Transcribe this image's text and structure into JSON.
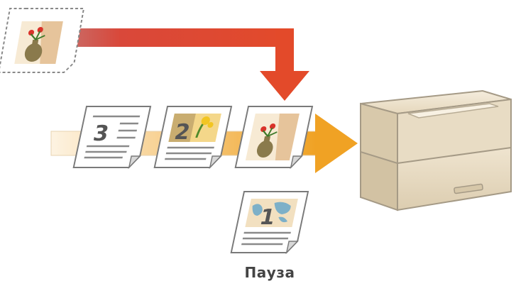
{
  "pause_label": "Пауза",
  "queue": {
    "pages": [
      {
        "number": "3",
        "content": "text"
      },
      {
        "number": "2",
        "content": "picture-and-text"
      },
      {
        "number": "",
        "content": "picture"
      }
    ]
  },
  "paused_job": {
    "number": "1",
    "content": "map-and-text"
  },
  "interrupt_job": {
    "content": "picture"
  },
  "icons": {
    "printer": "printer-icon",
    "interrupt_arrow": "interrupt-arrow",
    "queue_arrow": "queue-arrow"
  },
  "colors": {
    "interrupt_arrow": "#e04a2c",
    "queue_arrow_start": "#fbe6c4",
    "queue_arrow_end": "#f0a224",
    "printer_body": "#ece0c9",
    "printer_outline": "#a59a86",
    "page_number": "#555555"
  }
}
